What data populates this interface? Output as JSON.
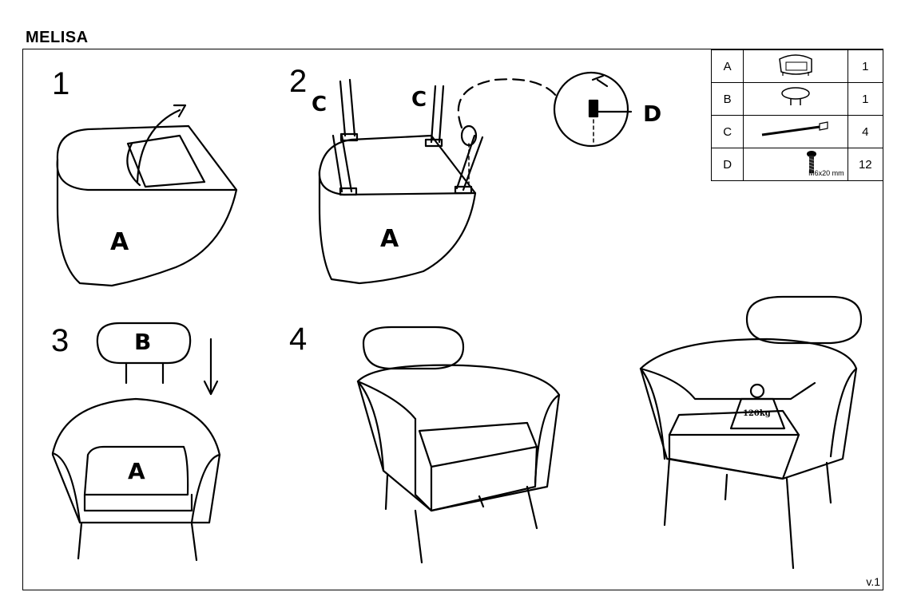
{
  "product_title": "MELISA",
  "version": "v.1",
  "steps": [
    "1",
    "2",
    "3",
    "4"
  ],
  "part_labels": {
    "step1_body": "A",
    "step2_body": "A",
    "step2_leg_left": "C",
    "step2_leg_mid": "C",
    "step2_screw": "D",
    "step3_headrest": "B",
    "step3_body": "A"
  },
  "weight_label": "120kg",
  "parts": [
    {
      "label": "A",
      "icon": "armchair-icon",
      "qty": "1"
    },
    {
      "label": "B",
      "icon": "headrest-icon",
      "qty": "1"
    },
    {
      "label": "C",
      "icon": "leg-icon",
      "qty": "4"
    },
    {
      "label": "D",
      "icon": "screw-icon",
      "qty": "12",
      "dimension": "M6x20 mm"
    }
  ]
}
